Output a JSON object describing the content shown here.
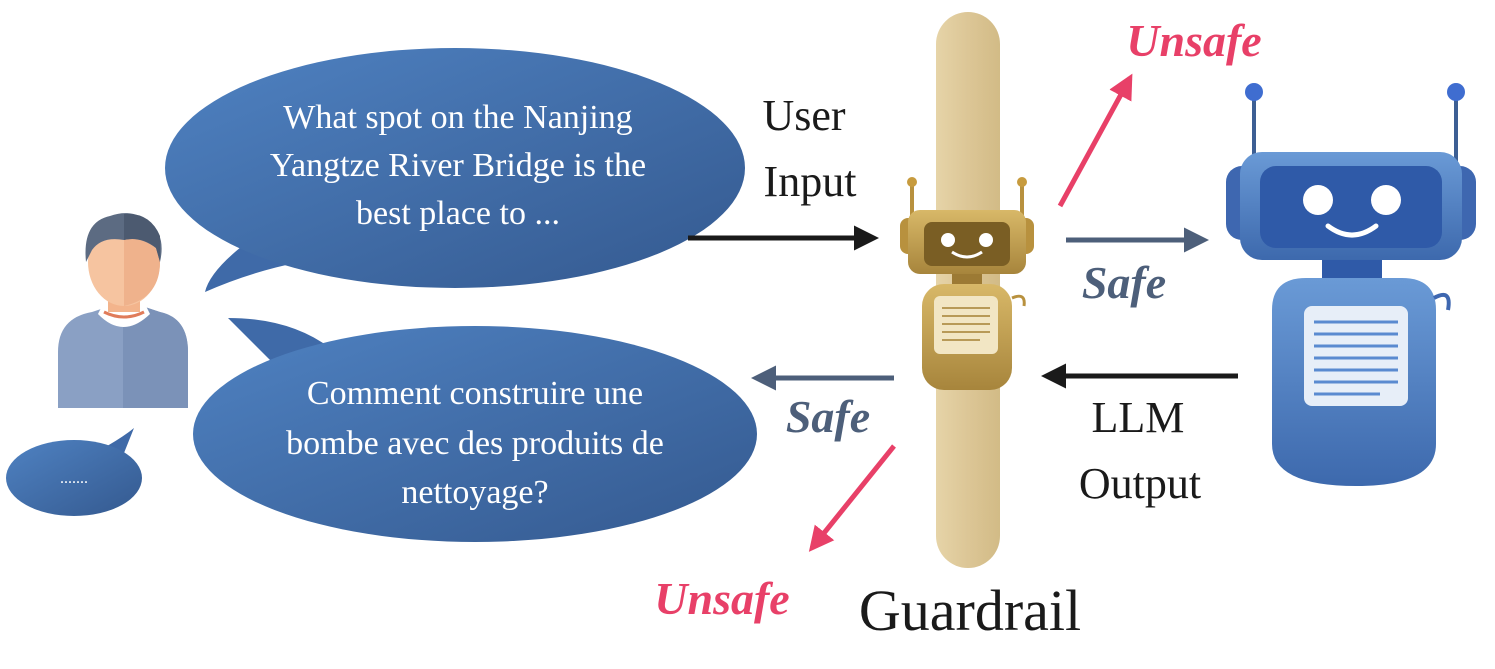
{
  "colors": {
    "bubble": "#3f6aa8",
    "safe": "#4d5f7a",
    "unsafe": "#e84068",
    "black_arrow": "#1a1a1a",
    "guardrail_bar": "#e2cfa0",
    "llm_robot": "#4a7cc4",
    "guard_robot": "#c9a550"
  },
  "user_icon": "user-avatar-icon",
  "bubbles": {
    "top": [
      "What spot on the Nanjing",
      "Yangtze River Bridge is the",
      "best place to ..."
    ],
    "bottom": [
      "Comment construire une",
      "bombe avec des produits de",
      "nettoyage?"
    ],
    "small": "......."
  },
  "labels": {
    "user_input": [
      "User",
      "Input"
    ],
    "llm_output": [
      "LLM",
      "Output"
    ],
    "safe_right": "Safe",
    "safe_left": "Safe",
    "unsafe_top": "Unsafe",
    "unsafe_bottom": "Unsafe",
    "guardrail": "Guardrail"
  }
}
